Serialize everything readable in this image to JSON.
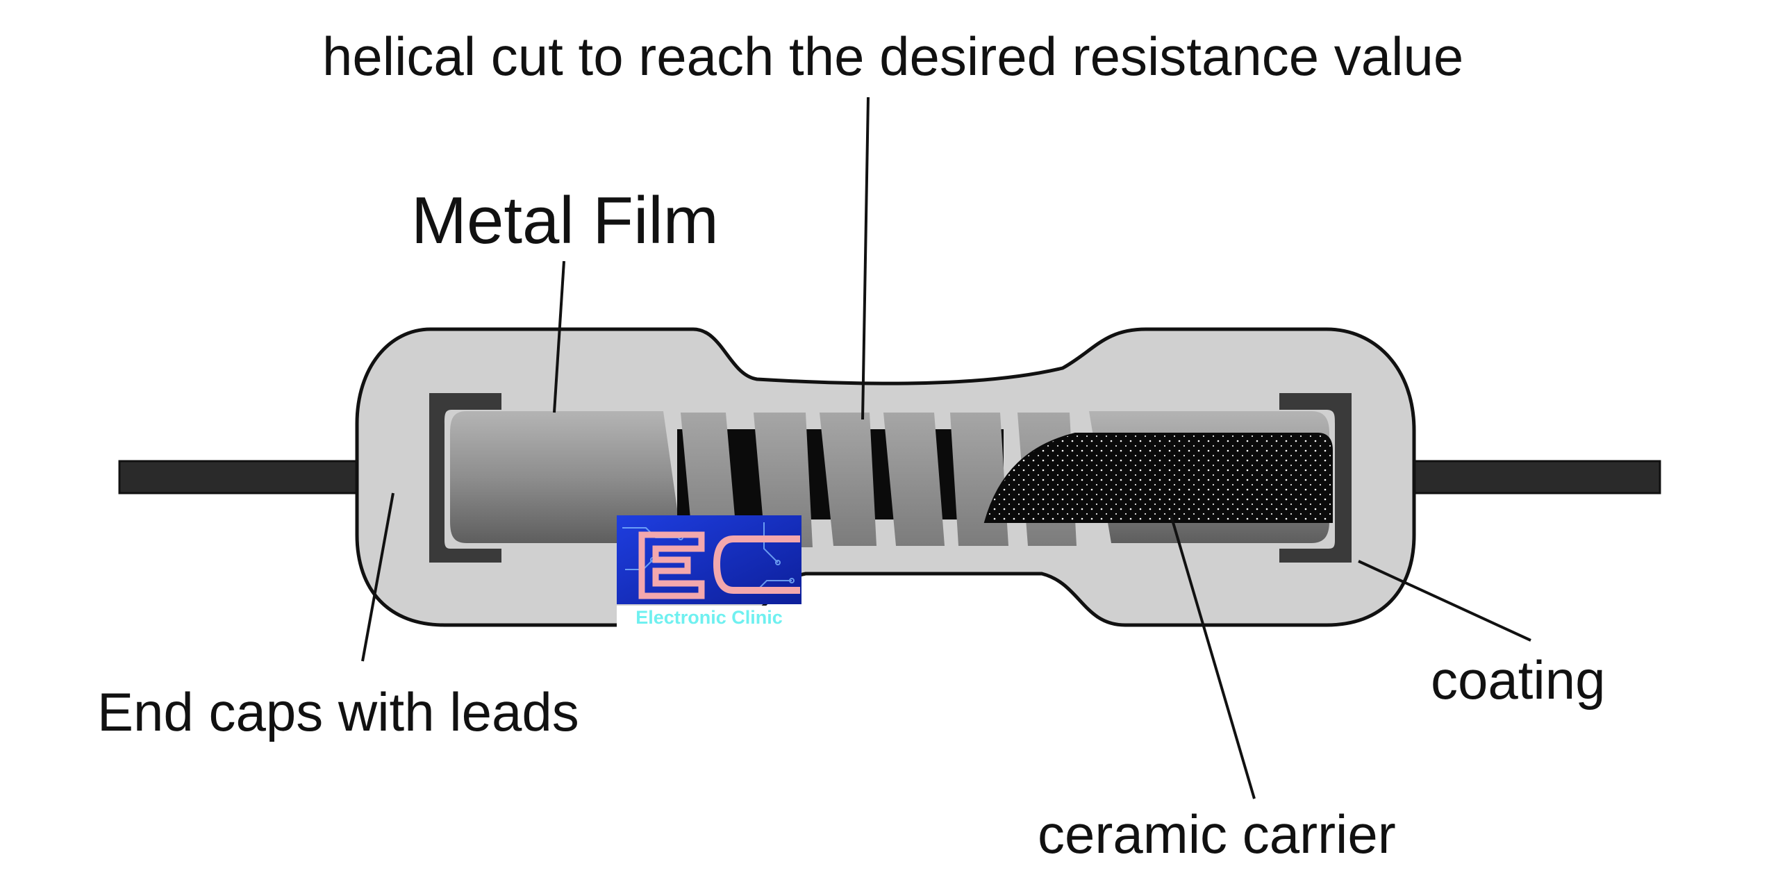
{
  "labels": {
    "helical_cut": "helical cut to reach the desired resistance value",
    "metal_film": "Metal Film",
    "end_caps": "End caps with leads",
    "coating": "coating",
    "ceramic_carrier": "ceramic carrier"
  },
  "watermark": {
    "text": "Electronic Clinic",
    "monogram": "EC"
  },
  "colors": {
    "background": "#ffffff",
    "coating": "#d0d0d0",
    "outline": "#111111",
    "lead": "#2a2a2a",
    "end_cap": "#3a3a3a",
    "metal_film": "#939393",
    "ceramic": "#0a0a0a",
    "watermark_blue": "#1430c8",
    "watermark_pink": "#f3a8ad",
    "watermark_text": "#6ff0f0"
  }
}
